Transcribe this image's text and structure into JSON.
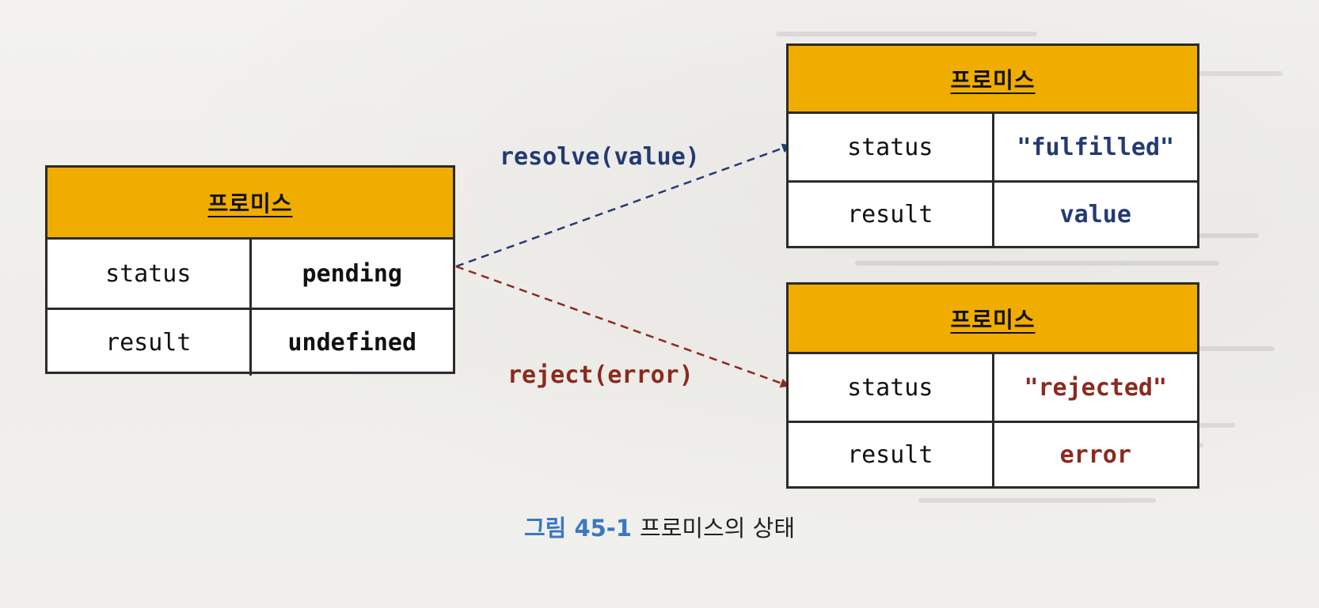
{
  "colors": {
    "header_fill": "#f0ad00",
    "border": "#2b2b2b",
    "resolve": "#243a73",
    "reject": "#8b2a1d",
    "caption_number": "#3a78c2"
  },
  "initial_state": {
    "title": "프로미스",
    "rows": [
      {
        "key": "status",
        "value": "pending"
      },
      {
        "key": "result",
        "value": "undefined"
      }
    ]
  },
  "fulfilled_state": {
    "title": "프로미스",
    "rows": [
      {
        "key": "status",
        "value": "\"fulfilled\""
      },
      {
        "key": "result",
        "value": "value"
      }
    ]
  },
  "rejected_state": {
    "title": "프로미스",
    "rows": [
      {
        "key": "status",
        "value": "\"rejected\""
      },
      {
        "key": "result",
        "value": "error"
      }
    ]
  },
  "transitions": {
    "resolve_label": "resolve(value)",
    "reject_label": "reject(error)"
  },
  "caption": {
    "number": "그림 45-1",
    "text": "프로미스의 상태"
  }
}
